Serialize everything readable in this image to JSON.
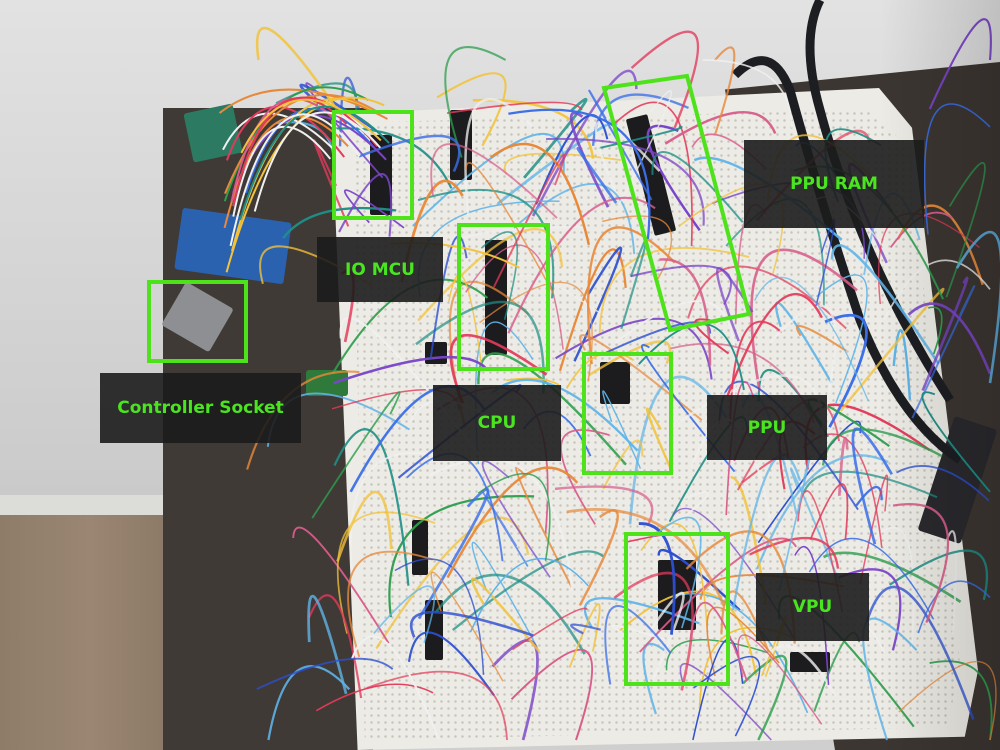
{
  "image": {
    "description": "Annotated photo of a homemade breadboard computer with labeled components",
    "annotation_color": "#4ee21b",
    "label_text_color": "#49e61f",
    "label_background": "#1c1c1c"
  },
  "annotations": [
    {
      "id": "io-mcu",
      "label": "IO MCU"
    },
    {
      "id": "cpu",
      "label": "CPU"
    },
    {
      "id": "ppu-ram",
      "label": "PPU RAM"
    },
    {
      "id": "ppu",
      "label": "PPU"
    },
    {
      "id": "vpu",
      "label": "VPU"
    },
    {
      "id": "controller-socket",
      "label": "Controller Socket"
    }
  ],
  "wire_colors": [
    "#2c4fd0",
    "#1e8f86",
    "#f0f0f0",
    "#e23a5a",
    "#f2c23a",
    "#e8893a",
    "#3a6ee8",
    "#7a45c8",
    "#2e9e4e",
    "#d85c8a",
    "#5fb4e8"
  ]
}
